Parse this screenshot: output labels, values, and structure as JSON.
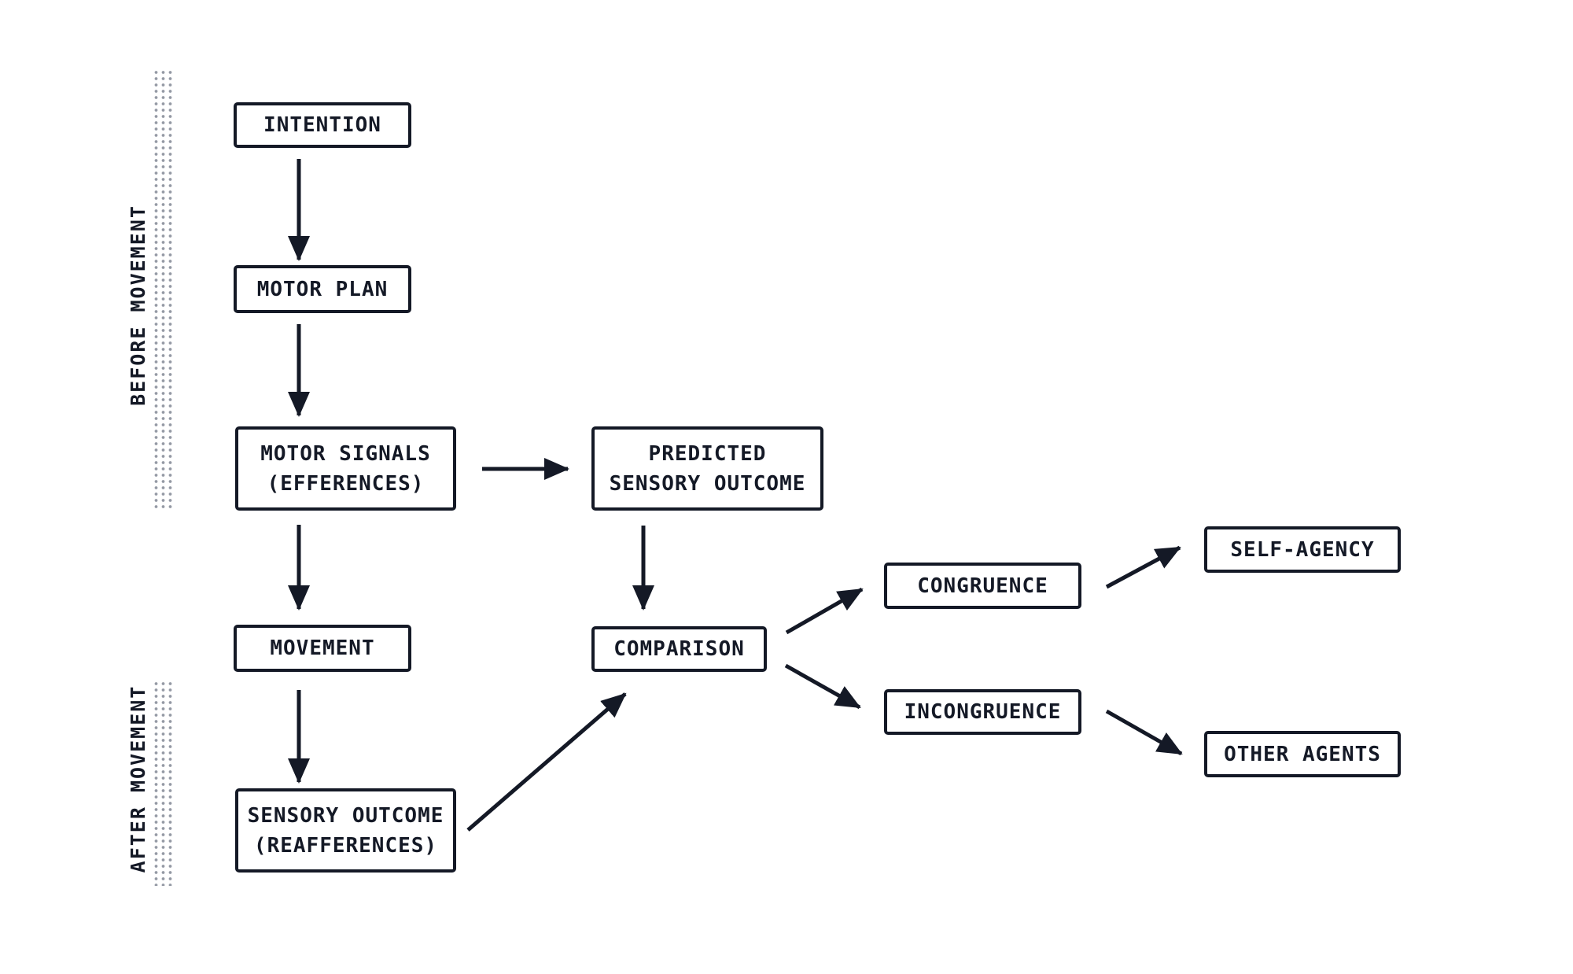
{
  "diagram": {
    "phase_labels": {
      "before": "BEFORE MOVEMENT",
      "after": "AFTER MOVEMENT"
    },
    "nodes": {
      "intention": {
        "label": "INTENTION"
      },
      "motor_plan": {
        "label": "MOTOR PLAN"
      },
      "motor_signals": {
        "label": "MOTOR SIGNALS\n(EFFERENCES)"
      },
      "predicted_sensory_outcome": {
        "label": "PREDICTED\nSENSORY OUTCOME"
      },
      "movement": {
        "label": "MOVEMENT"
      },
      "comparison": {
        "label": "COMPARISON"
      },
      "sensory_outcome": {
        "label": "SENSORY OUTCOME\n(REAFFERENCES)"
      },
      "congruence": {
        "label": "CONGRUENCE"
      },
      "incongruence": {
        "label": "INCONGRUENCE"
      },
      "self_agency": {
        "label": "SELF-AGENCY"
      },
      "other_agents": {
        "label": "OTHER AGENTS"
      }
    },
    "edges": [
      {
        "from": "intention",
        "to": "motor_plan"
      },
      {
        "from": "motor_plan",
        "to": "motor_signals"
      },
      {
        "from": "motor_signals",
        "to": "predicted_sensory_outcome"
      },
      {
        "from": "motor_signals",
        "to": "movement"
      },
      {
        "from": "movement",
        "to": "sensory_outcome"
      },
      {
        "from": "predicted_sensory_outcome",
        "to": "comparison"
      },
      {
        "from": "sensory_outcome",
        "to": "comparison"
      },
      {
        "from": "comparison",
        "to": "congruence"
      },
      {
        "from": "comparison",
        "to": "incongruence"
      },
      {
        "from": "congruence",
        "to": "self_agency"
      },
      {
        "from": "incongruence",
        "to": "other_agents"
      }
    ],
    "colors": {
      "ink": "#141926",
      "dots": "#959aa5",
      "background": "#ffffff"
    }
  }
}
